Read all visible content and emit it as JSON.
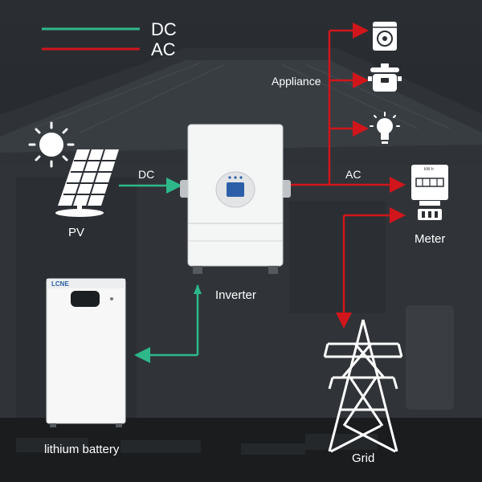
{
  "legend": {
    "dc_label": "DC",
    "ac_label": "AC",
    "dc_color": "#2eb88a",
    "ac_color": "#d0161b"
  },
  "flow_labels": {
    "dc": "DC",
    "ac": "AC",
    "appliance": "Appliance"
  },
  "components": {
    "pv": "PV",
    "inverter": "Inverter",
    "battery": "lithium battery",
    "meter": "Meter",
    "grid": "Grid"
  },
  "battery_brand": "LCNE",
  "meter_display": "kW·h",
  "icons": [
    "sun-icon",
    "solar-panel-icon",
    "inverter-icon",
    "battery-icon",
    "washing-machine-icon",
    "rice-cooker-icon",
    "light-bulb-icon",
    "electric-meter-icon",
    "transmission-tower-icon"
  ]
}
